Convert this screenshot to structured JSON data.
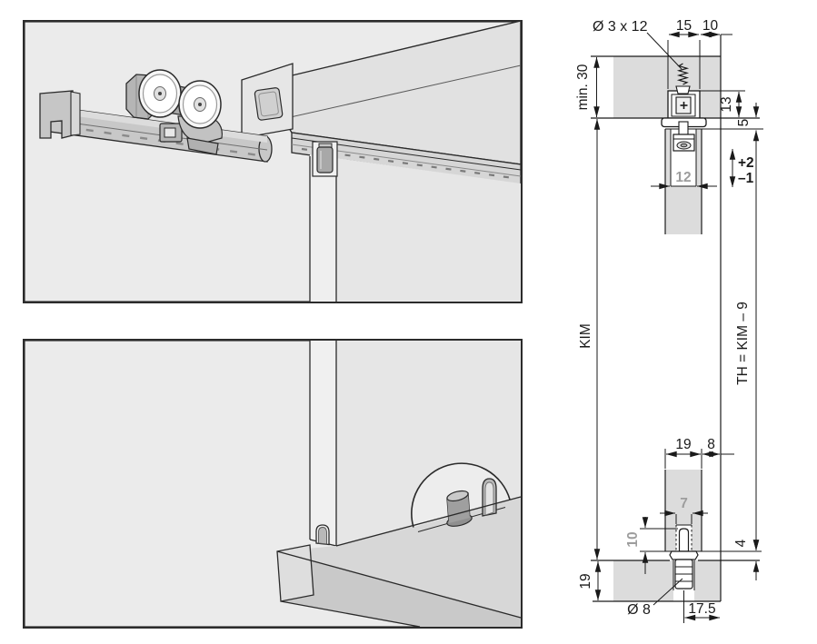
{
  "drawing": {
    "top_section": {
      "screw_label": "Ø 3 x 12",
      "track_groove_width": "15",
      "track_offset": "10",
      "top_panel_thickness": "min. 30",
      "track_inset_depth": "13",
      "gap": "5",
      "door_groove_width": "12",
      "adjust_plus": "+2",
      "adjust_minus": "–1"
    },
    "heights": {
      "inner_height": "KIM",
      "door_height_formula": "TH = KIM – 9"
    },
    "bottom_section": {
      "door_thickness": "19",
      "door_offset": "8",
      "bottom_groove_width": "7",
      "pin_engagement": "10",
      "floor_gap": "4",
      "floor_thickness": "19",
      "pin_diameter": "Ø 8",
      "pin_offset": "17.5"
    }
  },
  "illustrations": {
    "top": "top roller carriage on track",
    "bottom": "bottom guide pin in door groove"
  },
  "colors": {
    "outline": "#2a2a2a",
    "panel_background": "#ebebeb",
    "wood_fill": "#dcdcdc",
    "gray_dimension": "#9d9d9d"
  }
}
